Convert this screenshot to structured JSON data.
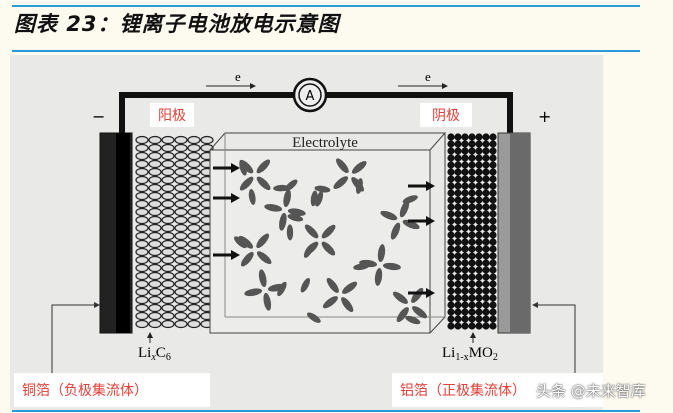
{
  "title": "图表 23：锂离子电池放电示意图",
  "diagram": {
    "electron_label": "e",
    "ammeter": "A",
    "minus": "−",
    "plus": "+",
    "anode_label": "阳极",
    "cathode_label": "阴极",
    "electrolyte": "Electrolyte",
    "anode_material": {
      "base": "Li",
      "sub1": "x",
      "mid": "C",
      "sub2": "6"
    },
    "cathode_material": {
      "base": "Li",
      "sub1": "1-x",
      "mid": "MO",
      "sub2": "2"
    },
    "anode_collector": "铜箔（负极集流体）",
    "cathode_collector": "铝箔（正极集流体）"
  },
  "watermark": "头条 @未来智库",
  "colors": {
    "rule": "#2a9ad8",
    "label_red": "#e0413a"
  }
}
